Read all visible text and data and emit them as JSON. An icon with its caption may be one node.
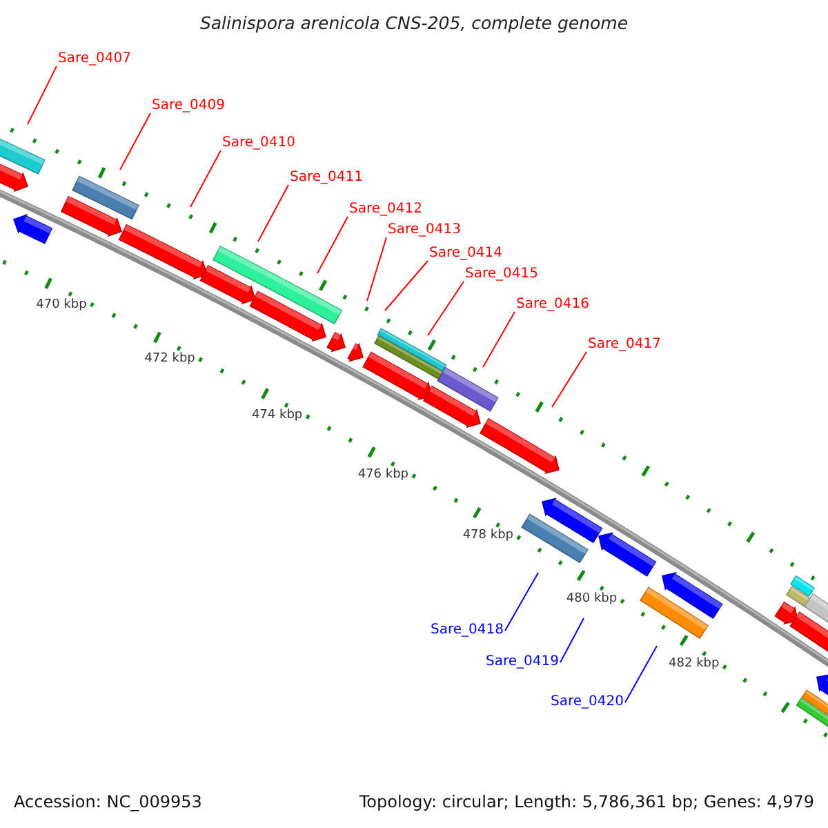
{
  "diagram": {
    "title": "Salinispora arenicola CNS-205, complete genome",
    "nodes": [
      {
        "text": [
          "Sare_0407"
        ]
      },
      {
        "text": [
          "Sare_0409"
        ]
      },
      {
        "text": [
          "Sare_0410"
        ]
      },
      {
        "text": [
          "Sare_0411"
        ]
      },
      {
        "text": [
          "Sare_0412"
        ]
      },
      {
        "text": [
          "Sare_0413"
        ]
      },
      {
        "text": [
          "Sare_0414"
        ]
      },
      {
        "text": [
          "Sare_0415"
        ]
      },
      {
        "text": [
          "Sare_0416"
        ]
      },
      {
        "text": [
          "Sare_0417"
        ]
      },
      {
        "text": [
          "Sare_0418"
        ]
      },
      {
        "text": [
          "Sare_0419"
        ]
      },
      {
        "text": [
          "Sare_0420"
        ]
      }
    ],
    "edges": [
      {
        "from": 0,
        "to": null,
        "arrow": "none"
      },
      {
        "from": 1,
        "to": null,
        "arrow": "none"
      },
      {
        "from": 2,
        "to": null,
        "arrow": "none"
      },
      {
        "from": 3,
        "to": null,
        "arrow": "none"
      },
      {
        "from": 4,
        "to": null,
        "arrow": "none"
      },
      {
        "from": 5,
        "to": null,
        "arrow": "none"
      },
      {
        "from": 6,
        "to": null,
        "arrow": "none"
      },
      {
        "from": 7,
        "to": null,
        "arrow": "none"
      },
      {
        "from": 8,
        "to": null,
        "arrow": "none"
      },
      {
        "from": 9,
        "to": null,
        "arrow": "none"
      },
      {
        "from": 10,
        "to": null,
        "arrow": "none",
        "color": "#0000ff"
      },
      {
        "from": 11,
        "to": null,
        "arrow": "none",
        "color": "#0000ff"
      },
      {
        "from": 12,
        "to": null,
        "arrow": "none",
        "color": "#0000ff"
      }
    ],
    "labels": [
      "470 kbp",
      "472 kbp",
      "474 kbp",
      "476 kbp",
      "478 kbp",
      "480 kbp",
      "482 kbp",
      "Accession: NC_009953",
      "Topology: circular; Length: 5,786,361 bp; Genes: 4,979"
    ]
  }
}
